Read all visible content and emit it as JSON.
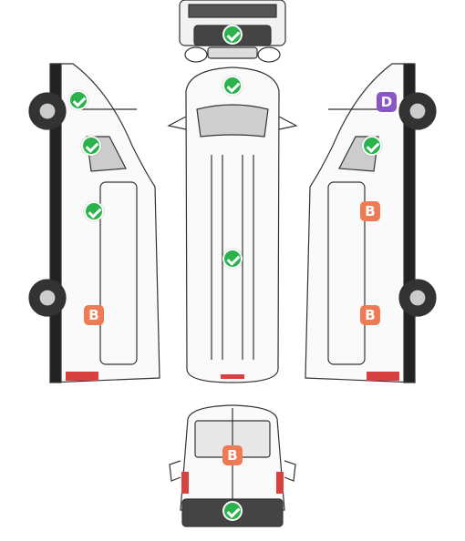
{
  "colors": {
    "check": "#2bb24c",
    "letter_b": "#ef7b55",
    "letter_d": "#8a55c4",
    "outline": "#333333",
    "tail_light": "#d94040"
  },
  "markers": {
    "front_grille": {
      "type": "check"
    },
    "front_windshield": {
      "type": "check"
    },
    "left_mirror": {
      "type": "check"
    },
    "left_front_door": {
      "type": "check"
    },
    "left_middle_panel": {
      "type": "check"
    },
    "left_rear_panel": {
      "type": "letter",
      "letter": "B"
    },
    "roof": {
      "type": "check"
    },
    "right_front_fender": {
      "type": "letter",
      "letter": "D"
    },
    "right_front_door": {
      "type": "check"
    },
    "right_sliding_door": {
      "type": "letter",
      "letter": "B"
    },
    "right_rear_panel": {
      "type": "letter",
      "letter": "B"
    },
    "rear_doors": {
      "type": "letter",
      "letter": "B"
    },
    "rear_bumper": {
      "type": "check"
    }
  }
}
